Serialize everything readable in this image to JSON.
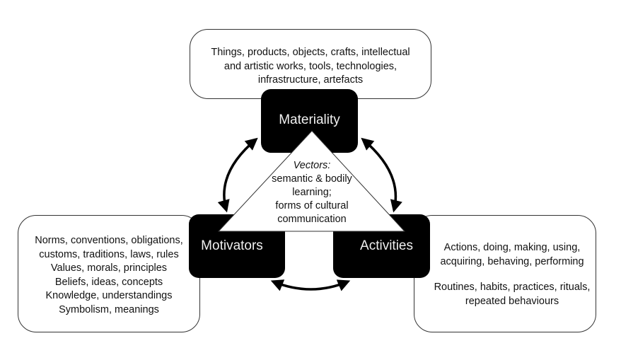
{
  "materiality": {
    "label": "Materiality",
    "description_lines": [
      "Things, products, objects, crafts, intellectual",
      "and artistic works, tools, technologies,",
      "infrastructure, artefacts"
    ]
  },
  "motivators": {
    "label": "Motivators",
    "description_lines": [
      "Norms, conventions, obligations,",
      "customs, traditions, laws, rules",
      "Values, morals, principles",
      "Beliefs, ideas, concepts",
      "Knowledge, understandings",
      "Symbolism, meanings"
    ]
  },
  "activities": {
    "label": "Activities",
    "description_lines": [
      "Actions, doing, making, using,",
      "acquiring, behaving, performing",
      "",
      "Routines, habits, practices, rituals,",
      "repeated behaviours"
    ]
  },
  "vectors": {
    "title": "Vectors:",
    "lines": [
      "semantic & bodily",
      "learning;",
      "forms of cultural",
      "communication"
    ]
  },
  "colors": {
    "node_fill": "#000000",
    "node_text": "#f0f0f0",
    "outline": "#333333"
  }
}
